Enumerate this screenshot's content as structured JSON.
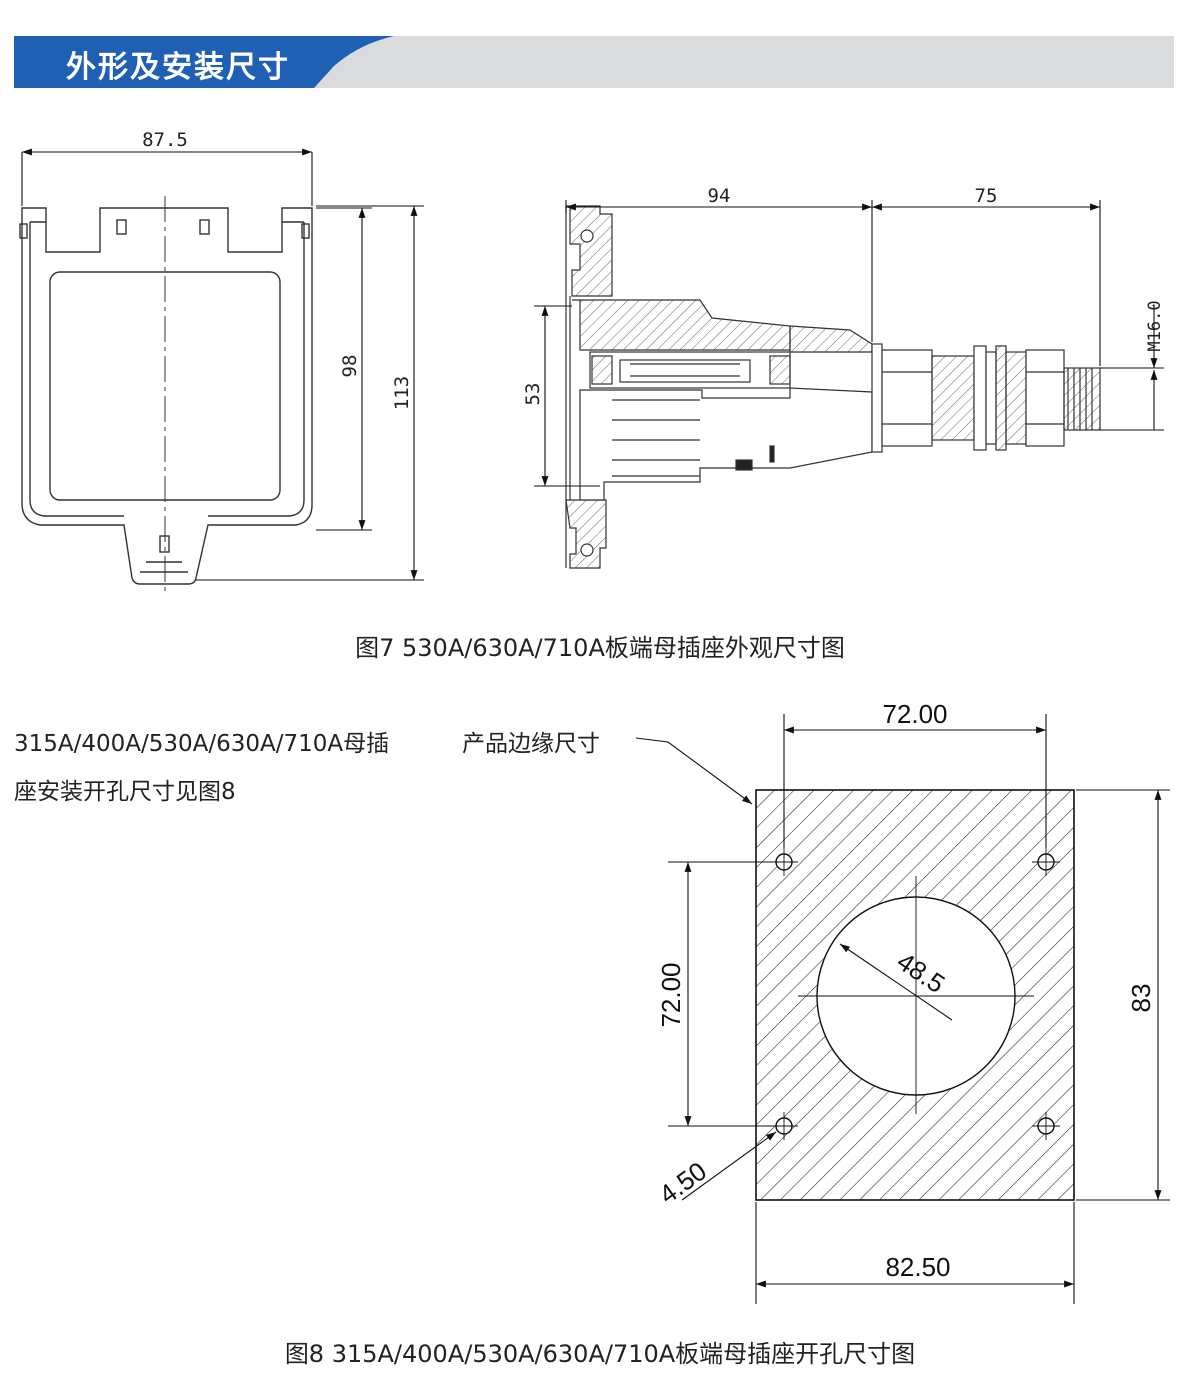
{
  "header": {
    "title": "外形及安装尺寸"
  },
  "figure7": {
    "front_view": {
      "width": "87.5",
      "height_inner": "98",
      "height_total": "113"
    },
    "side_view": {
      "length_body": "94",
      "length_thread": "75",
      "height": "53",
      "thread": "M16.0"
    },
    "caption": "图7 530A/630A/710A板端母插座外观尺寸图"
  },
  "note": {
    "line1": "315A/400A/530A/630A/710A母插",
    "line2": "座安装开孔尺寸见图8"
  },
  "figure8": {
    "edge_label": "产品边缘尺寸",
    "hole_spacing_horizontal": "72.00",
    "hole_spacing_vertical": "72.00",
    "hole_diameter": "4.50",
    "center_hole_diameter": "48.5",
    "plate_width": "82.50",
    "plate_height": "83",
    "caption": "图8 315A/400A/530A/630A/710A板端母插座开孔尺寸图"
  },
  "colors": {
    "header_blue": "#1f5fb4",
    "header_gray": "#d9dbdd"
  }
}
